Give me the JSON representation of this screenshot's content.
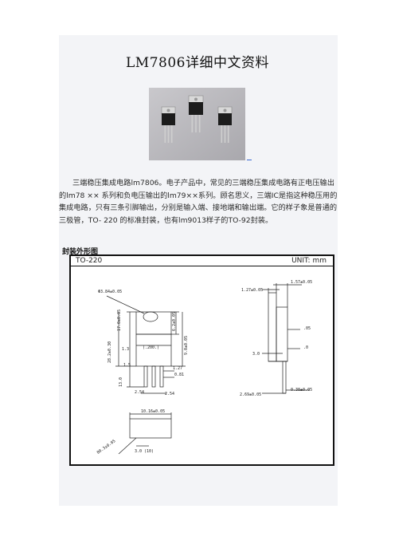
{
  "document": {
    "title": "LM7806详细中文资料",
    "paragraph": "三端稳压集成电路lm7806。电子产品中，常见的三端稳压集成电路有正电压输出的lm78 ×× 系列和负电压输出的lm79××系列。顾名思义，三端IC是指这种稳压用的集成电路，只有三条引脚输出，分别是输入端、接地端和输出端。它的样子象是普通的三极管，TO- 220 的标准封装，也有lm9013样子的TO-92封装。",
    "section_label": "封装外形图"
  },
  "drawing": {
    "package": "TO-220",
    "unit": "UNIT: mm",
    "dims": {
      "hole": "Φ3.84±0.05",
      "d1": "17.0±0.05",
      "d2": "28.2±0.30",
      "d3": "6.2±0.05",
      "d4": "9.0±0.05",
      "d5": "1.3",
      "d6": "1.5",
      "d7": "(.200.)",
      "d8": "1.27",
      "d9": "0.81",
      "d10": "2.54",
      "d11": "2.54",
      "d12": "13.0",
      "s1": "1.27±0.05",
      "s2": "1.57±0.05",
      "s3": ".05",
      "s4": "3.0",
      "s5": ".0",
      "s6": "2.69±0.05",
      "s7": "0.38±0.05",
      "b1": "10.16±0.05",
      "b2": "80.3±0.05",
      "b3": "3.0",
      "b4": "(10)"
    }
  }
}
